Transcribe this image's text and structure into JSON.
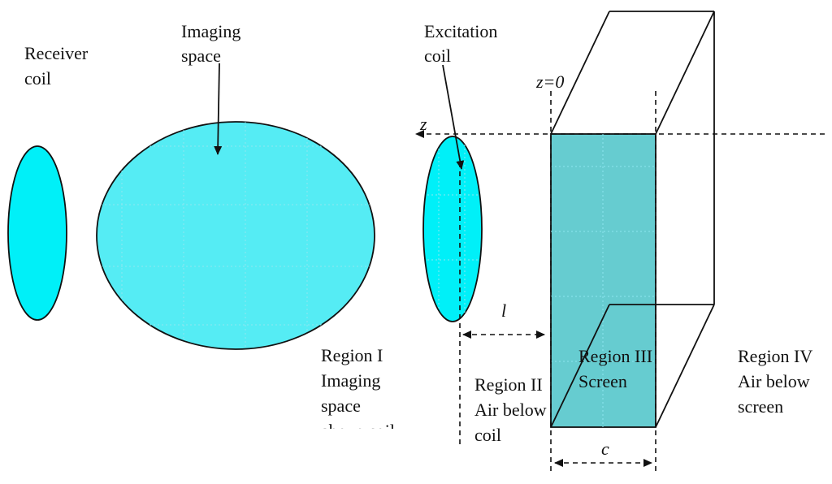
{
  "colors": {
    "coil_fill": "#00f0f8",
    "imaging_fill": "#55ecf4",
    "screen_fill": "#66ccd0",
    "line": "#111111"
  },
  "labels": {
    "receiver_coil": [
      "Receiver",
      "coil"
    ],
    "imaging_space": [
      "Imaging",
      "space"
    ],
    "excitation_coil": [
      "Excitation",
      "coil"
    ],
    "z_zero": "z=0",
    "z_axis": "z",
    "l": "l",
    "c": "c",
    "region1": [
      "Region I",
      "Imaging",
      "space",
      "above coil"
    ],
    "region2": [
      "Region II",
      "Air below",
      "coil"
    ],
    "region3": [
      "Region III",
      "Screen"
    ],
    "region4": [
      "Region IV",
      "Air below",
      "screen"
    ]
  }
}
